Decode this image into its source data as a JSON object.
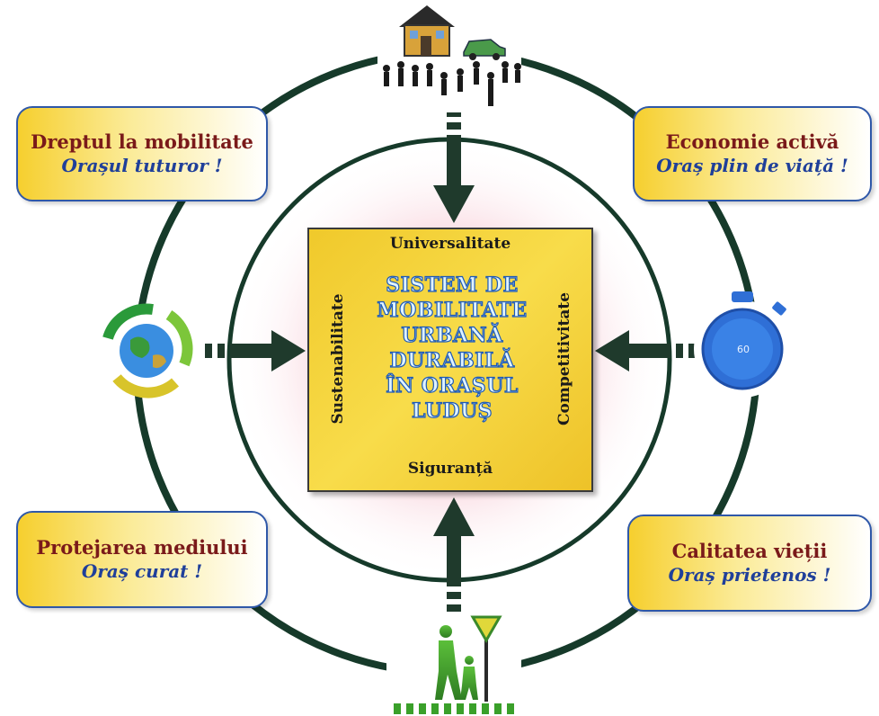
{
  "diagram": {
    "center": {
      "title_lines": [
        "SISTEM DE",
        "MOBILITATE",
        "URBANĂ",
        "DURABILĂ",
        "ÎN ORAȘUL",
        "LUDUȘ"
      ],
      "top_label": "Universalitate",
      "bottom_label": "Siguranță",
      "left_label": "Sustenabilitate",
      "right_label": "Competitivitate"
    },
    "callouts": {
      "top_left": {
        "title": "Dreptul la mobilitate",
        "subtitle": "Orașul  tuturor !"
      },
      "top_right": {
        "title": "Economie activă",
        "subtitle": "Oraș plin de viață !"
      },
      "bottom_left": {
        "title": "Protejarea mediului",
        "subtitle": "Oraș curat !"
      },
      "bottom_right": {
        "title": "Calitatea vieții",
        "subtitle": "Oraș prietenos !"
      }
    },
    "stopwatch_label": "60",
    "icons": {
      "top": "house-car-people-icon",
      "left": "recycling-globe-icon",
      "right": "stopwatch-icon",
      "bottom": "pedestrian-crossing-icon"
    },
    "colors": {
      "ring": "#163a2a",
      "arrow": "#1f3a2c",
      "callout_border": "#2f58a8",
      "callout_title": "#7a1a1a",
      "callout_subtitle": "#1f3f9a",
      "center_fill": "#f3cd2f",
      "stopwatch": "#2f6fd6"
    }
  }
}
